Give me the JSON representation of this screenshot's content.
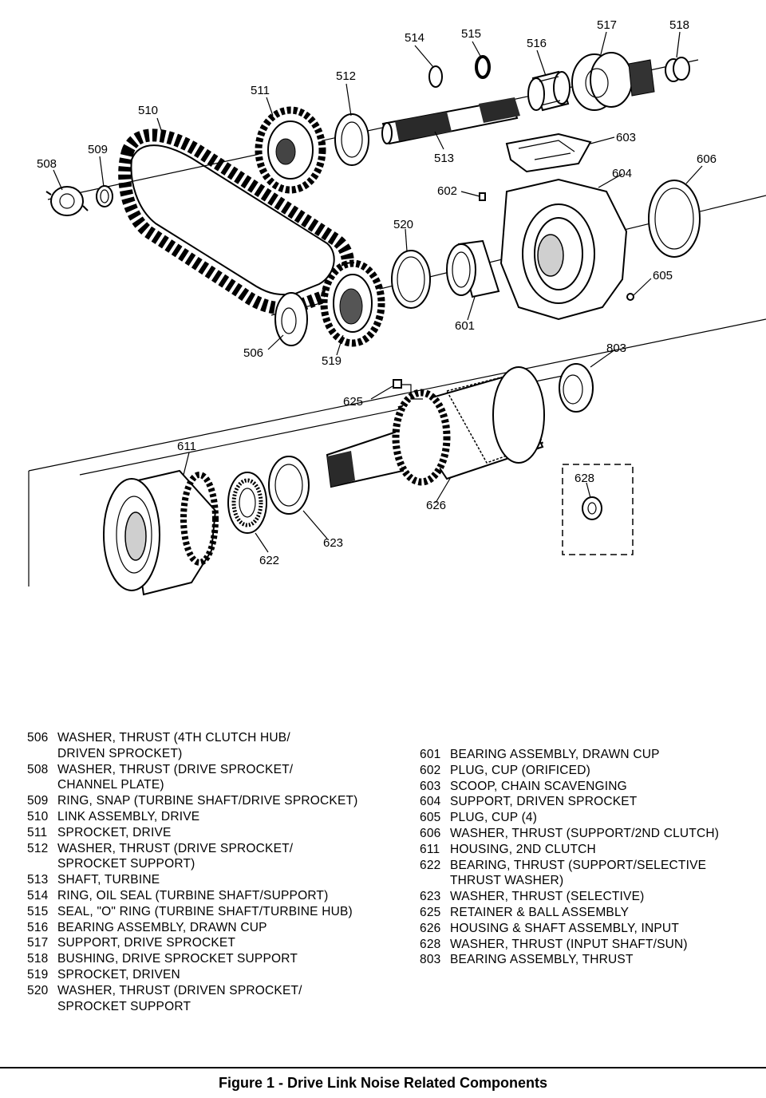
{
  "callouts": [
    {
      "id": "506",
      "label": "506"
    },
    {
      "id": "508",
      "label": "508"
    },
    {
      "id": "509",
      "label": "509"
    },
    {
      "id": "510",
      "label": "510"
    },
    {
      "id": "511",
      "label": "511"
    },
    {
      "id": "512",
      "label": "512"
    },
    {
      "id": "513",
      "label": "513"
    },
    {
      "id": "514",
      "label": "514"
    },
    {
      "id": "515",
      "label": "515"
    },
    {
      "id": "516",
      "label": "516"
    },
    {
      "id": "517",
      "label": "517"
    },
    {
      "id": "518",
      "label": "518"
    },
    {
      "id": "519",
      "label": "519"
    },
    {
      "id": "520",
      "label": "520"
    },
    {
      "id": "601",
      "label": "601"
    },
    {
      "id": "602",
      "label": "602"
    },
    {
      "id": "603",
      "label": "603"
    },
    {
      "id": "604",
      "label": "604"
    },
    {
      "id": "605",
      "label": "605"
    },
    {
      "id": "606",
      "label": "606"
    },
    {
      "id": "611",
      "label": "611"
    },
    {
      "id": "622",
      "label": "622"
    },
    {
      "id": "623",
      "label": "623"
    },
    {
      "id": "625",
      "label": "625"
    },
    {
      "id": "626",
      "label": "626"
    },
    {
      "id": "628",
      "label": "628"
    },
    {
      "id": "803",
      "label": "803"
    }
  ],
  "legend_left": [
    {
      "num": "506",
      "lines": [
        "WASHER, THRUST (4TH CLUTCH HUB/",
        "DRIVEN SPROCKET)"
      ]
    },
    {
      "num": "508",
      "lines": [
        "WASHER, THRUST (DRIVE SPROCKET/",
        "CHANNEL PLATE)"
      ]
    },
    {
      "num": "509",
      "lines": [
        "RING, SNAP (TURBINE SHAFT/DRIVE SPROCKET)"
      ]
    },
    {
      "num": "510",
      "lines": [
        "LINK ASSEMBLY, DRIVE"
      ]
    },
    {
      "num": "511",
      "lines": [
        "SPROCKET, DRIVE"
      ]
    },
    {
      "num": "512",
      "lines": [
        "WASHER, THRUST (DRIVE SPROCKET/",
        "SPROCKET SUPPORT)"
      ]
    },
    {
      "num": "513",
      "lines": [
        "SHAFT, TURBINE"
      ]
    },
    {
      "num": "514",
      "lines": [
        "RING, OIL SEAL (TURBINE SHAFT/SUPPORT)"
      ]
    },
    {
      "num": "515",
      "lines": [
        "SEAL, \"O\" RING (TURBINE SHAFT/TURBINE HUB)"
      ]
    },
    {
      "num": "516",
      "lines": [
        "BEARING ASSEMBLY, DRAWN CUP"
      ]
    },
    {
      "num": "517",
      "lines": [
        "SUPPORT, DRIVE SPROCKET"
      ]
    },
    {
      "num": "518",
      "lines": [
        "BUSHING, DRIVE SPROCKET SUPPORT"
      ]
    },
    {
      "num": "519",
      "lines": [
        "SPROCKET, DRIVEN"
      ]
    },
    {
      "num": "520",
      "lines": [
        "WASHER, THRUST (DRIVEN SPROCKET/",
        "SPROCKET SUPPORT"
      ]
    }
  ],
  "legend_right": [
    {
      "num": "601",
      "lines": [
        "BEARING ASSEMBLY, DRAWN CUP"
      ]
    },
    {
      "num": "602",
      "lines": [
        "PLUG, CUP (ORIFICED)"
      ]
    },
    {
      "num": "603",
      "lines": [
        "SCOOP, CHAIN SCAVENGING"
      ]
    },
    {
      "num": "604",
      "lines": [
        "SUPPORT, DRIVEN SPROCKET"
      ]
    },
    {
      "num": "605",
      "lines": [
        "PLUG, CUP (4)"
      ]
    },
    {
      "num": "606",
      "lines": [
        "WASHER, THRUST (SUPPORT/2ND CLUTCH)"
      ]
    },
    {
      "num": "611",
      "lines": [
        "HOUSING, 2ND CLUTCH"
      ]
    },
    {
      "num": "622",
      "lines": [
        "BEARING, THRUST (SUPPORT/SELECTIVE",
        "THRUST WASHER)"
      ]
    },
    {
      "num": "623",
      "lines": [
        "WASHER, THRUST (SELECTIVE)"
      ]
    },
    {
      "num": "625",
      "lines": [
        "RETAINER & BALL ASSEMBLY"
      ]
    },
    {
      "num": "626",
      "lines": [
        "HOUSING & SHAFT ASSEMBLY, INPUT"
      ]
    },
    {
      "num": "628",
      "lines": [
        "WASHER, THRUST (INPUT SHAFT/SUN)"
      ]
    },
    {
      "num": "803",
      "lines": [
        "BEARING ASSEMBLY, THRUST"
      ]
    }
  ],
  "caption": "Figure 1 - Drive Link Noise Related Components"
}
